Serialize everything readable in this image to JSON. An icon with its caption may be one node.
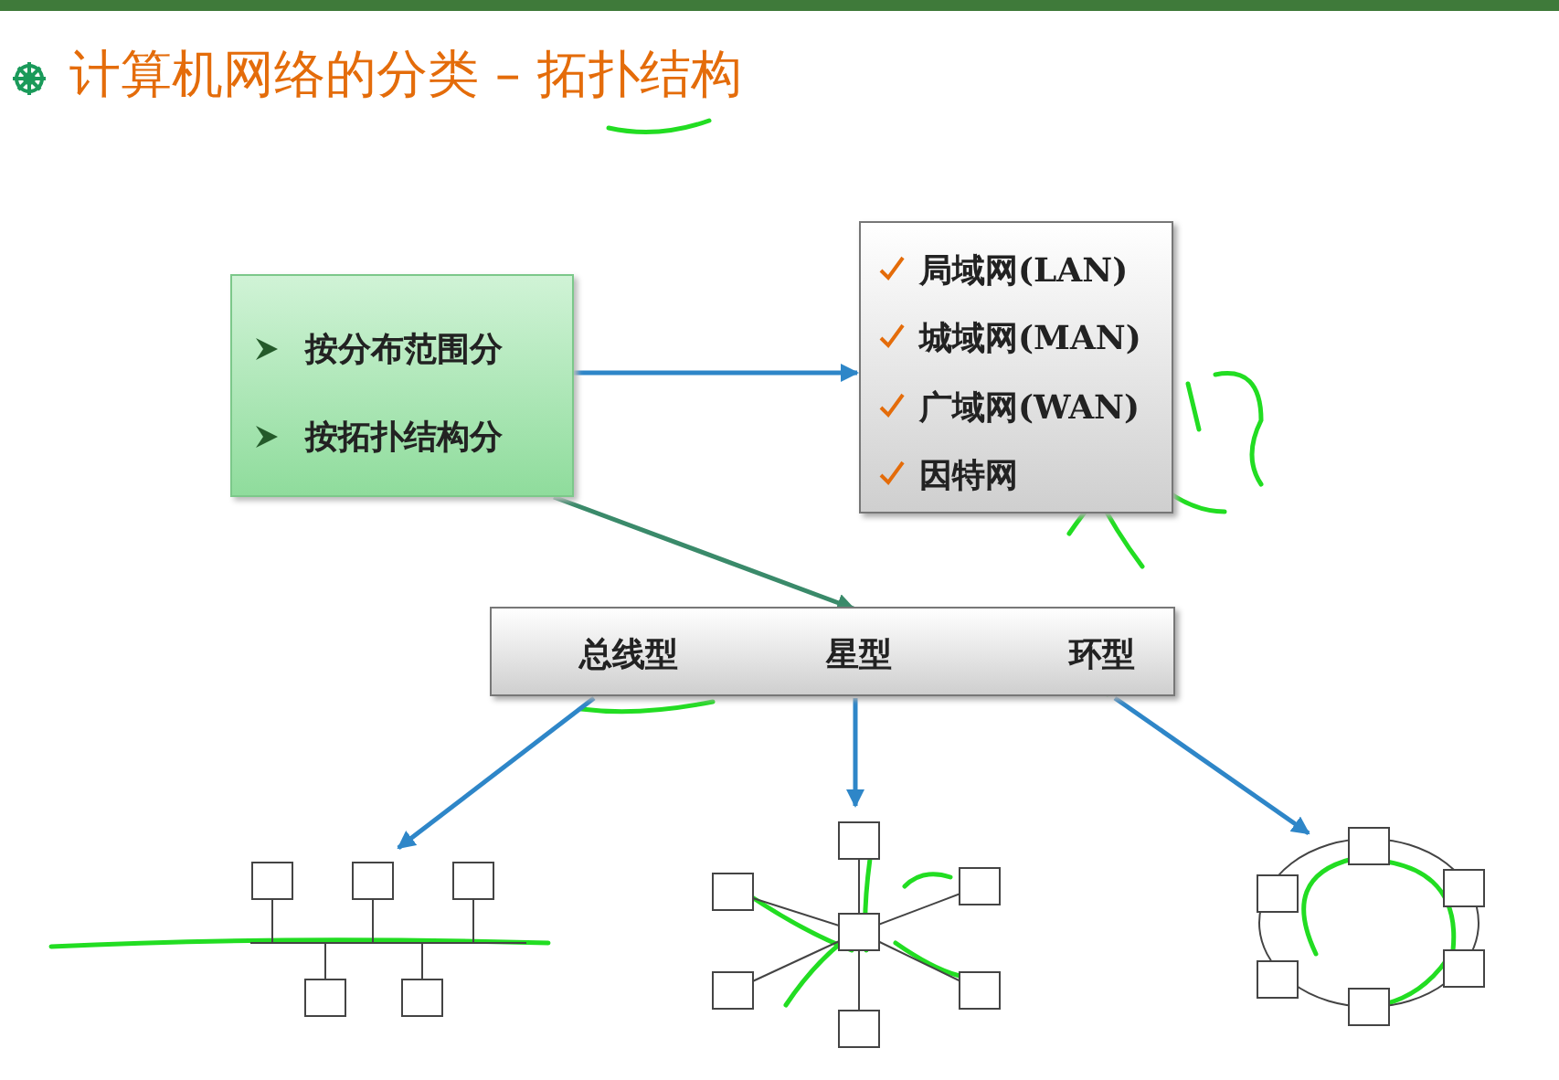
{
  "diagram": {
    "title": "计算机网络的分类 – 拓扑结构",
    "nodes": [
      {
        "text": [
          "按分布范围分",
          "按拓扑结构分"
        ]
      },
      {
        "text": [
          "局域网(LAN)",
          "城域网(MAN)",
          "广域网(WAN)",
          "因特网"
        ]
      },
      {
        "text": [
          "总线型",
          "星型",
          "环型"
        ]
      },
      {
        "text": [],
        "shape": "picture"
      },
      {
        "text": [],
        "shape": "picture"
      },
      {
        "text": [],
        "shape": "picture"
      }
    ],
    "edges": [
      {
        "from": 0,
        "to": 1,
        "arrow": "to"
      },
      {
        "from": 0,
        "to": 2,
        "arrow": "to",
        "color": "#3a8a6a"
      },
      {
        "from": 2,
        "to": 3,
        "arrow": "to"
      },
      {
        "from": 2,
        "to": 4,
        "arrow": "to"
      },
      {
        "from": 2,
        "to": 5,
        "arrow": "to"
      }
    ]
  }
}
